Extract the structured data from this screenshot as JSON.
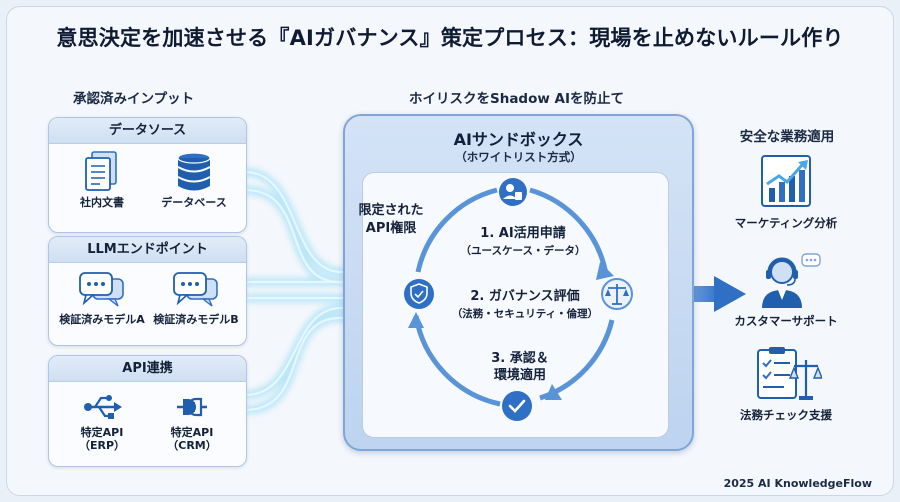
{
  "title": "意思決定を加速させる『AIガバナンス』策定プロセス：現場を止めないルール作り",
  "inputs": {
    "heading": "承認済みインプット",
    "data_sources": {
      "title": "データソース",
      "items": [
        "社内文書",
        "データベース"
      ]
    },
    "llm": {
      "title": "LLMエンドポイント",
      "items": [
        "検証済みモデルA",
        "検証済みモデルB"
      ]
    },
    "api": {
      "title": "API連携",
      "items": [
        {
          "line1": "特定API",
          "line2": "（ERP）"
        },
        {
          "line1": "特定API",
          "line2": "（CRM）"
        }
      ]
    }
  },
  "sandbox": {
    "heading": "ホイリスクをShadow AIを防止て",
    "title": "AIサンドボックス",
    "subtitle": "（ホワイトリスト方式）",
    "limited_api_line1": "限定された",
    "limited_api_line2": "API権限",
    "steps": [
      {
        "title": "1. AI活用申請",
        "detail": "（ユースケース・データ）"
      },
      {
        "title": "2. ガバナンス評価",
        "detail": "（法務・セキュリティ・倫理）"
      },
      {
        "title_line1": "3. 承認＆",
        "title_line2": "環境適用"
      }
    ]
  },
  "outputs": {
    "heading": "安全な業務適用",
    "items": [
      "マーケティング分析",
      "カスタマーサポート",
      "法務チェック支援"
    ]
  },
  "footer": "2025 AI KnowledgeFlow",
  "colors": {
    "accent": "#3f7fd0",
    "accent_dark": "#1f5fae",
    "flow": "#7fd0f4",
    "panel_border": "#aec6e3"
  }
}
